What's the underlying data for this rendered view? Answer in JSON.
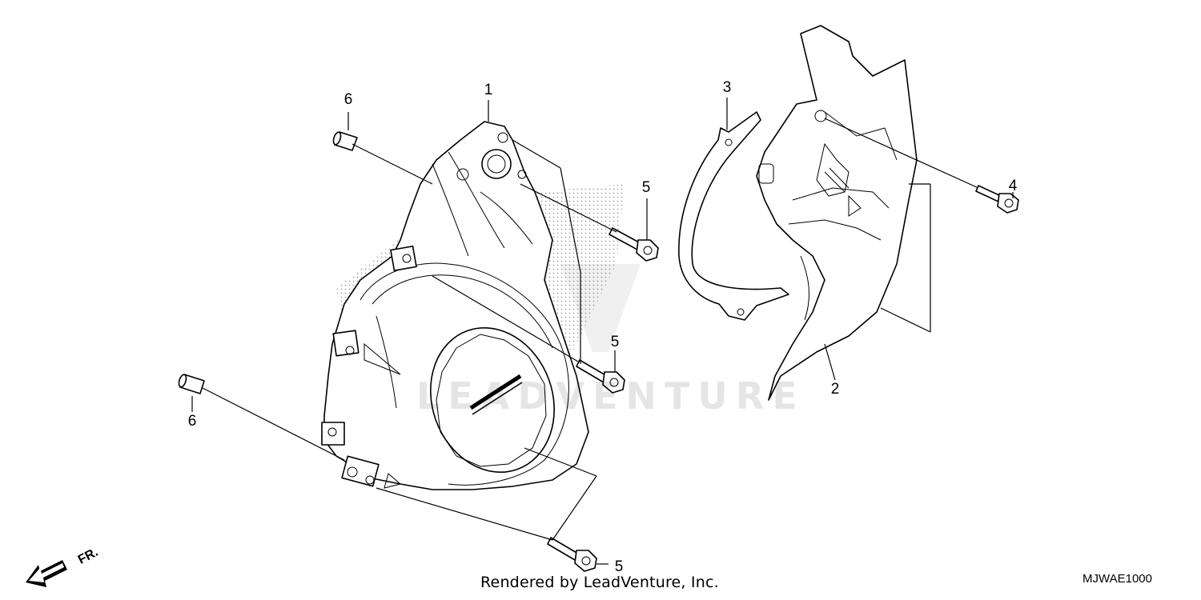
{
  "diagram": {
    "code": "MJWAE1000",
    "rendered_by": "Rendered by LeadVenture, Inc.",
    "front_indicator": "FR.",
    "watermark": "LEADVENTURE",
    "callouts": {
      "cover": "1",
      "sprocket_cover": "2",
      "plate": "3",
      "bolt_right": "4",
      "bolt_upper": "5",
      "bolt_middle": "5",
      "bolt_lower": "5",
      "dowel_upper": "6",
      "dowel_lower": "6"
    }
  }
}
